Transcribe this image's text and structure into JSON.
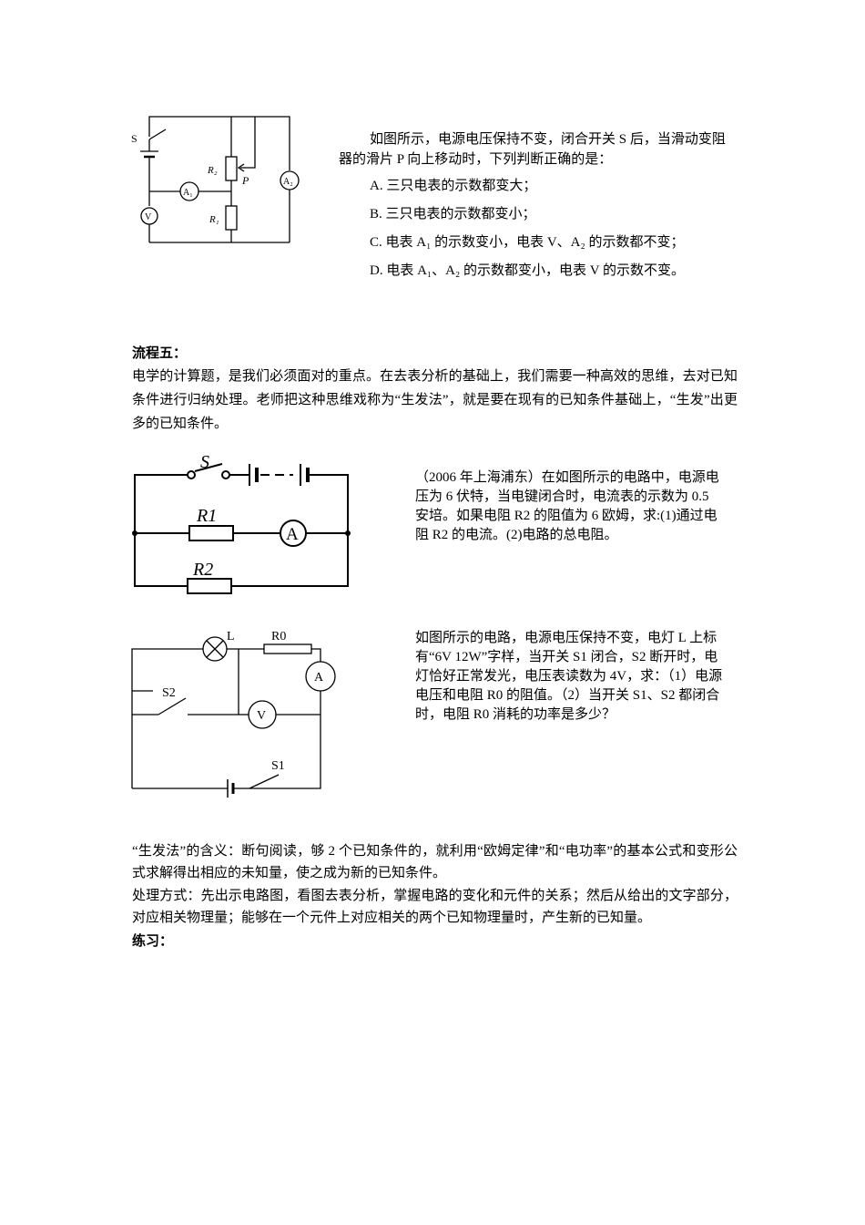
{
  "q1": {
    "stem": "如图所示，电源电压保持不变，闭合开关 S 后，当滑动变阻器的滑片 P 向上移动时，下列判断正确的是：",
    "options": [
      "A. 三只电表的示数都变大；",
      "B. 三只电表的示数都变小；",
      "C. 电表 A₁ 的示数变小，电表 V、A₂ 的示数都不变；",
      "D. 电表 A₁、A₂ 的示数都变小，电表 V 的示数不变。"
    ],
    "diagram": {
      "S": "S",
      "R2": "R₂",
      "P": "P",
      "R1": "R₁",
      "A1": "A₁",
      "A2": "A₂",
      "V": "V"
    }
  },
  "section5": {
    "heading": "流程五：",
    "intro": "电学的计算题，是我们必须面对的重点。在去表分析的基础上，我们需要一种高效的思维，去对已知条件进行归纳处理。老师把这种思维戏称为“生发法”，就是要在现有的已知条件基础上，“生发”出更多的已知条件。"
  },
  "q2": {
    "text": "（2006 年上海浦东）在如图所示的电路中，电源电压为 6 伏特，当电键闭合时，电流表的示数为 0.5 安培。如果电阻 R2 的阻值为 6 欧姆，求:(1)通过电阻 R2 的电流。(2)电路的总电阻。",
    "diagram": {
      "S": "S",
      "R1": "R1",
      "R2": "R2",
      "A": "A"
    }
  },
  "q3": {
    "text": "如图所示的电路，电源电压保持不变，电灯 L 上标有“6V 12W”字样，当开关 S1 闭合，S2 断开时，电灯恰好正常发光，电压表读数为 4V，求：（1）电源电压和电阻 R0 的阻值。（2）当开关 S1、S2 都闭合时，电阻 R0 消耗的功率是多少？",
    "diagram": {
      "L": "L",
      "R0": "R0",
      "A": "A",
      "V": "V",
      "S1": "S1",
      "S2": "S2"
    }
  },
  "method": {
    "meaning": "“生发法”的含义：断句阅读，够 2 个已知条件的，就利用“欧姆定律”和“电功率”的基本公式和变形公式求解得出相应的未知量，使之成为新的已知条件。",
    "process": "处理方式：先出示电路图，看图去表分析，掌握电路的变化和元件的关系；然后从给出的文字部分，对应相关物理量；能够在一个元件上对应相关的两个已知物理量时，产生新的已知量。",
    "practice": "练习："
  }
}
